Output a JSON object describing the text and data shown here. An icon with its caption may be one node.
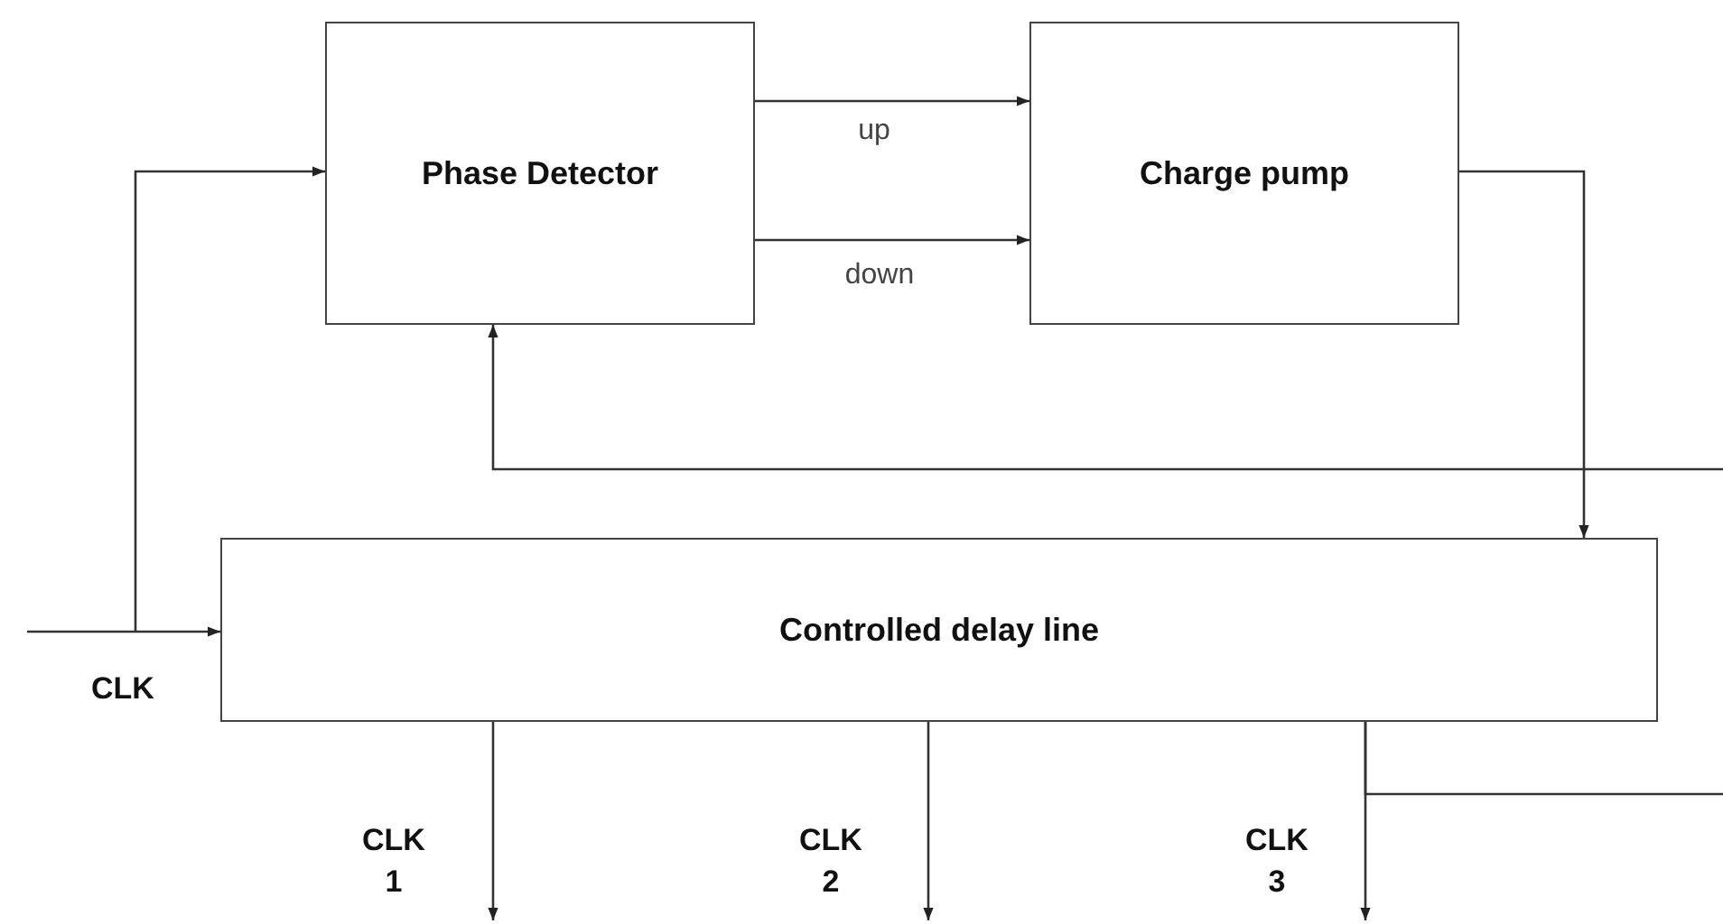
{
  "diagram": {
    "nodes": [
      {
        "text": [
          "Phase Detector"
        ]
      },
      {
        "text": [
          "Charge pump"
        ]
      },
      {
        "text": [
          "Controlled delay line"
        ]
      }
    ],
    "edges": [
      {
        "from": 0,
        "to": 1,
        "arrow": "to",
        "label": "up"
      },
      {
        "from": 0,
        "to": 1,
        "arrow": "to",
        "label": "down"
      },
      {
        "from": 1,
        "to": 2,
        "arrow": "to"
      },
      {
        "from": null,
        "to": 0,
        "arrow": "to"
      },
      {
        "from": null,
        "to": 2,
        "arrow": "to",
        "label": "CLK"
      },
      {
        "from": null,
        "to": 0,
        "arrow": "to"
      },
      {
        "from": 2,
        "to": null,
        "arrow": "to",
        "label": "CLK 1"
      },
      {
        "from": 2,
        "to": null,
        "arrow": "to",
        "label": "CLK 2"
      },
      {
        "from": 2,
        "to": null,
        "arrow": "to",
        "label": "CLK 3"
      },
      {
        "from": 2,
        "to": null,
        "arrow": "none"
      }
    ]
  }
}
